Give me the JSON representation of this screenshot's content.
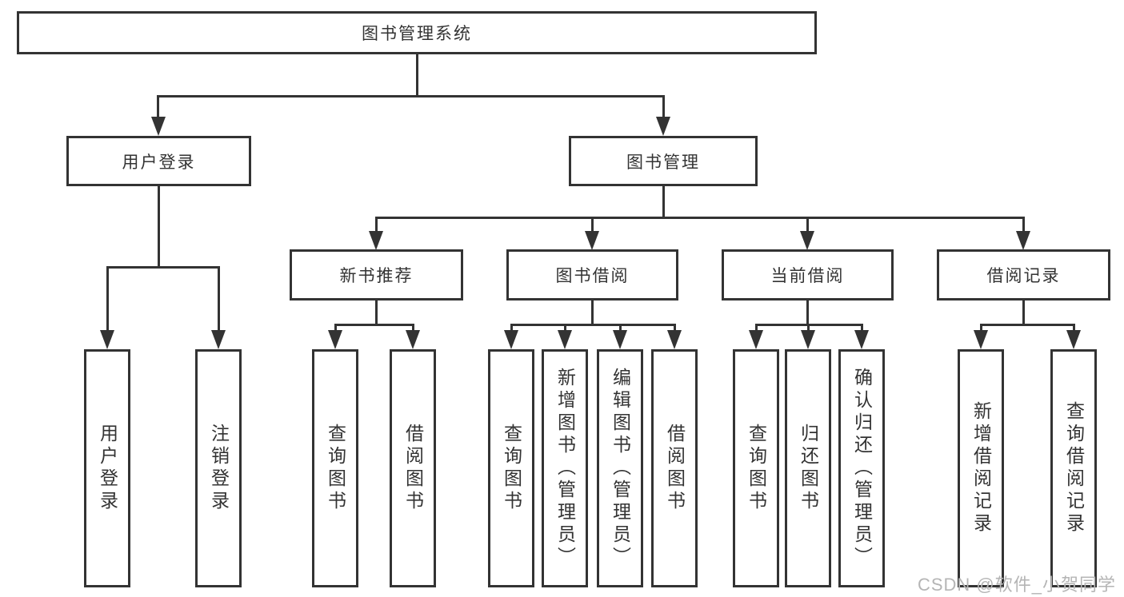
{
  "diagram": {
    "root": {
      "label": "图书管理系统"
    },
    "user_login": {
      "label": "用户登录",
      "children": [
        "用户登录",
        "注销登录"
      ]
    },
    "book_management": {
      "label": "图书管理",
      "new_books": {
        "label": "新书推荐",
        "children": [
          "查询图书",
          "借阅图书"
        ]
      },
      "book_borrow": {
        "label": "图书借阅",
        "children": [
          "查询图书",
          "新增图书（管理员）",
          "编辑图书（管理员）",
          "借阅图书"
        ]
      },
      "current_borrow": {
        "label": "当前借阅",
        "children": [
          "查询图书",
          "归还图书",
          "确认归还（管理员）"
        ]
      },
      "borrow_records": {
        "label": "借阅记录",
        "children": [
          "新增借阅记录",
          "查询借阅记录"
        ]
      }
    },
    "watermark": "CSDN @软件_小贺同学",
    "colors": {
      "line": "#333333",
      "text": "#333333",
      "background": "#ffffff",
      "watermark": "#b5b5b5"
    }
  }
}
